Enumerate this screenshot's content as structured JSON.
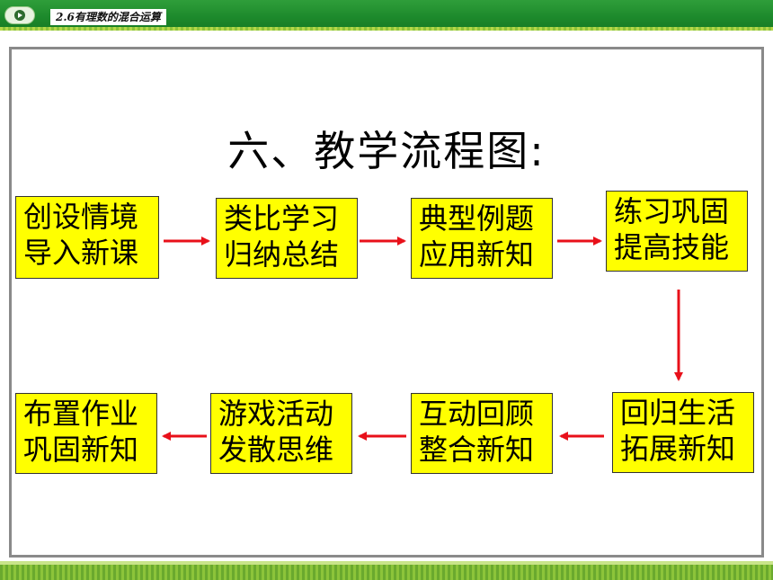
{
  "header": {
    "lesson_tag": "2.6有理数的混合运算"
  },
  "title": "六、教学流程图:",
  "steps": [
    {
      "line1": "创设情境",
      "line2": "导入新课"
    },
    {
      "line1": "类比学习",
      "line2": "归纳总结"
    },
    {
      "line1": "典型例题",
      "line2": "应用新知"
    },
    {
      "line1": "练习巩固",
      "line2": "提高技能"
    },
    {
      "line1": "回归生活",
      "line2": "拓展新知"
    },
    {
      "line1": "互动回顾",
      "line2": "整合新知"
    },
    {
      "line1": "游戏活动",
      "line2": "发散思维"
    },
    {
      "line1": "布置作业",
      "line2": "巩固新知"
    }
  ],
  "colors": {
    "box_fill": "#ffff00",
    "arrow": "#e8101a",
    "header_green": "#1d8a2c"
  }
}
